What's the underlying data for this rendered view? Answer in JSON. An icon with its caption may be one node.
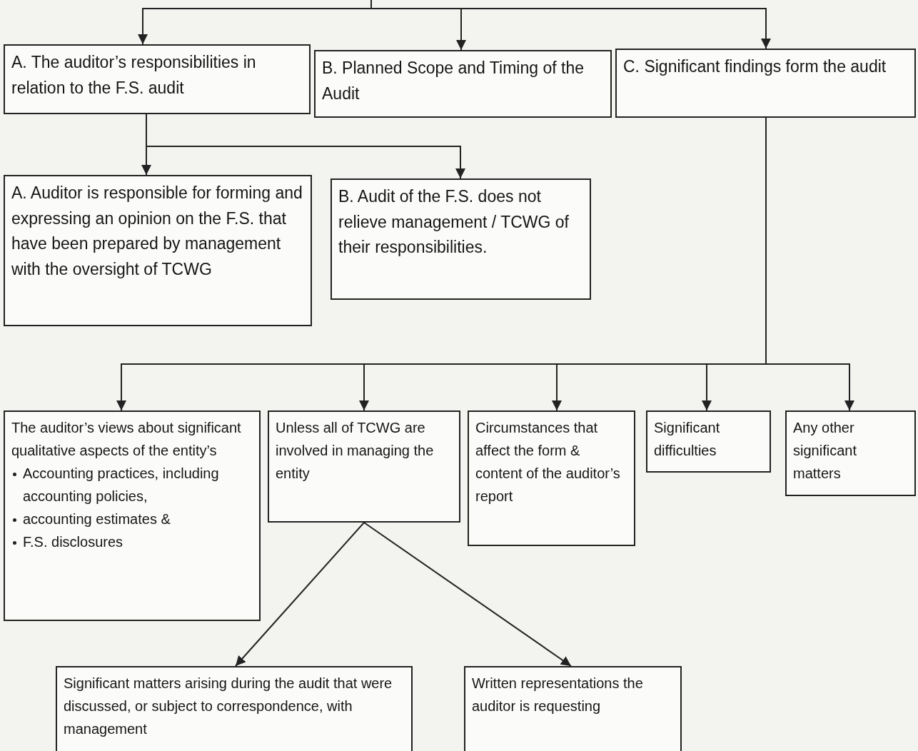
{
  "diagram": {
    "nodes": [
      {
        "text": [
          "A. The auditor’s responsibilities in relation to the F.S. audit"
        ]
      },
      {
        "text": [
          "B. Planned Scope and Timing of the Audit"
        ]
      },
      {
        "text": [
          "C. Significant findings form the audit"
        ]
      },
      {
        "text": [
          "A. Auditor is responsible for forming and expressing an opinion on the F.S. that have been prepared by management with the oversight of TCWG"
        ]
      },
      {
        "text": [
          "B. Audit of the F.S. does not relieve management / TCWG of their responsibilities."
        ]
      },
      {
        "text": [
          "The auditor’s views about significant qualitative aspects of the entity’s",
          "Accounting practices, including accounting policies,",
          "accounting estimates &",
          "F.S. disclosures"
        ]
      },
      {
        "text": [
          "Unless all of TCWG are involved in managing the entity"
        ]
      },
      {
        "text": [
          "Circumstances that affect the form & content of the auditor’s report"
        ]
      },
      {
        "text": [
          "Significant difficulties"
        ]
      },
      {
        "text": [
          "Any other significant matters"
        ]
      },
      {
        "text": [
          "Significant matters arising during the audit that were discussed, or subject to correspondence, with management"
        ]
      },
      {
        "text": [
          "Written representations the auditor is requesting"
        ]
      }
    ],
    "edges": [
      {
        "from": null,
        "to": 0,
        "arrow": "to"
      },
      {
        "from": null,
        "to": 1,
        "arrow": "to"
      },
      {
        "from": null,
        "to": 2,
        "arrow": "to"
      },
      {
        "from": 0,
        "to": 3,
        "arrow": "to"
      },
      {
        "from": 0,
        "to": 4,
        "arrow": "to"
      },
      {
        "from": 2,
        "to": 5,
        "arrow": "to"
      },
      {
        "from": 2,
        "to": 6,
        "arrow": "to"
      },
      {
        "from": 2,
        "to": 7,
        "arrow": "to"
      },
      {
        "from": 2,
        "to": 8,
        "arrow": "to"
      },
      {
        "from": 2,
        "to": 9,
        "arrow": "to"
      },
      {
        "from": 6,
        "to": 10,
        "arrow": "to"
      },
      {
        "from": 6,
        "to": 11,
        "arrow": "to"
      }
    ]
  }
}
